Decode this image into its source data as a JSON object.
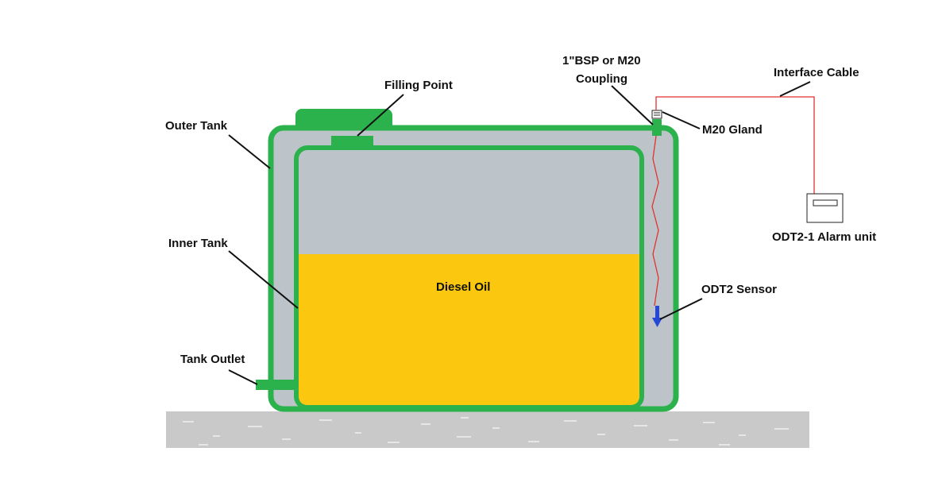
{
  "labels": {
    "outer_tank": "Outer Tank",
    "inner_tank": "Inner Tank",
    "tank_outlet": "Tank Outlet",
    "filling_point": "Filling Point",
    "coupling_line1": "1\"BSP or M20",
    "coupling_line2": "Coupling",
    "interface_cable": "Interface Cable",
    "m20_gland": "M20 Gland",
    "alarm_unit": "ODT2-1 Alarm unit",
    "odt2_sensor": "ODT2 Sensor",
    "diesel_oil": "Diesel Oil"
  },
  "colors": {
    "tank_green": "#2bb24c",
    "tank_fill": "#bcc3c9",
    "oil": "#fbc70f",
    "ground": "#c8c8c8",
    "cable": "#e23232",
    "sensor": "#2548d6"
  },
  "icons": {
    "alarm_unit": "alarm-panel-icon",
    "sensor": "sensor-probe-icon",
    "gland": "cable-gland-icon"
  }
}
